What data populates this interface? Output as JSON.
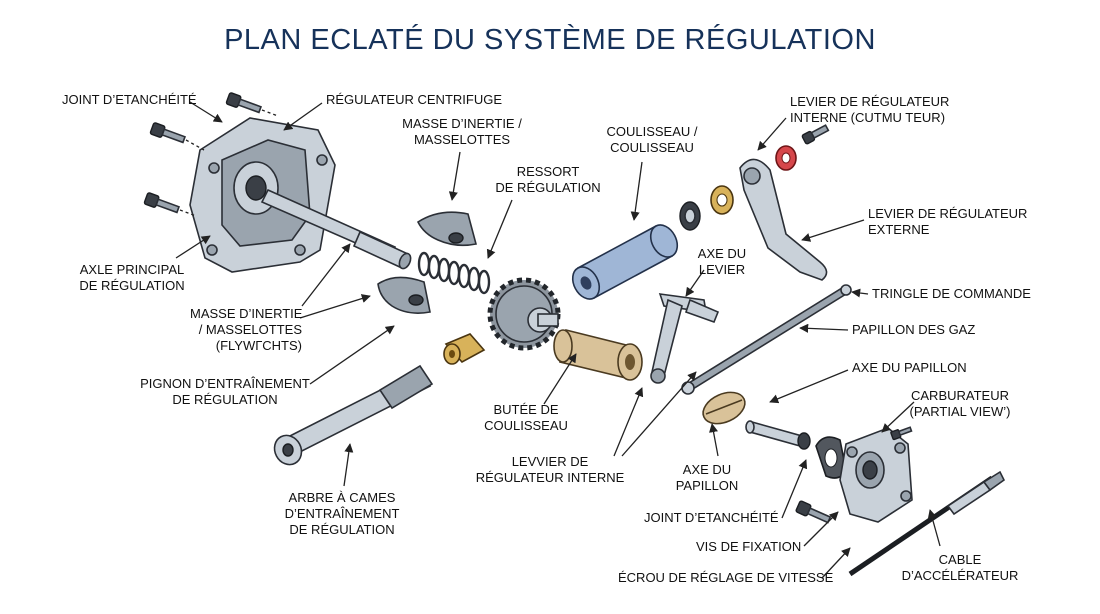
{
  "title": "PLAN ECLATÉ DU SYSTÈME DE RÉGULATION",
  "labels": {
    "joint_etancheite_top": "JOINT D’ETANCHÉITÉ",
    "regulateur_centrifuge": "RÉGULATEUR CENTRIFUGE",
    "masse_inertie_top": [
      "MASSE D’INERTIE /",
      "MASSELOTTES"
    ],
    "ressort": [
      "RESSORT",
      "DE RÉGULATION"
    ],
    "coulisseau": [
      "COULISSEAU /",
      "COULISSEAU"
    ],
    "levier_interne_top": [
      "LEVIER DE RÉGULATEUR",
      "INTERNE (CUTMU TEUR)"
    ],
    "levier_externe": [
      "LEVIER DE RÉGULATEUR",
      "EXTERNE"
    ],
    "axe_du_levier": [
      "AXE DU",
      "LEVIER"
    ],
    "axle_principal": [
      "AXLE PRINCIPAL",
      "DE RÉGULATION"
    ],
    "tringle": "TRINGLE DE COMMANDE",
    "masse_inertie_mid": [
      "MASSE D’INERTIE",
      "/ MASSELOTTES",
      "(FLYWГCHTS)"
    ],
    "papillon_gaz": "PAPILLON DES GAZ",
    "axe_papillon_top": "AXE DU PAPILLON",
    "pignon": [
      "PIGNON D’ENTRAÎNEMENT",
      "DE RÉGULATION"
    ],
    "carburateur": [
      "CARBURATEUR",
      "(PARTIAL VIEW’)"
    ],
    "butee": [
      "BUTÉE DE",
      "COULISSEAU"
    ],
    "levier_interne_bottom": [
      "LEVVIER DE",
      "RÉGULATEUR INTERNE"
    ],
    "axe_papillon_bottom": [
      "AXE DU",
      "PAPILLON"
    ],
    "arbre_cames": [
      "ARBRE À CAMES",
      "D’ENTRAÎNEMENT",
      "DE RÉGULATION"
    ],
    "joint_etancheite_bottom": "JOINT D’ETANCHÉITÉ",
    "vis_fixation": "VIS DE FIXATION",
    "cable": [
      "CABLE",
      "D’ACCÉLÉRATEUR"
    ],
    "ecrou": "ÉCROU DE RÉGLAGE DE VITESSE"
  },
  "colors": {
    "title": "#16325a",
    "metal": "#c9d1d9",
    "blue_part": "#9fb6d6",
    "brass": "#d8b25a",
    "red_washer": "#d6474b"
  }
}
